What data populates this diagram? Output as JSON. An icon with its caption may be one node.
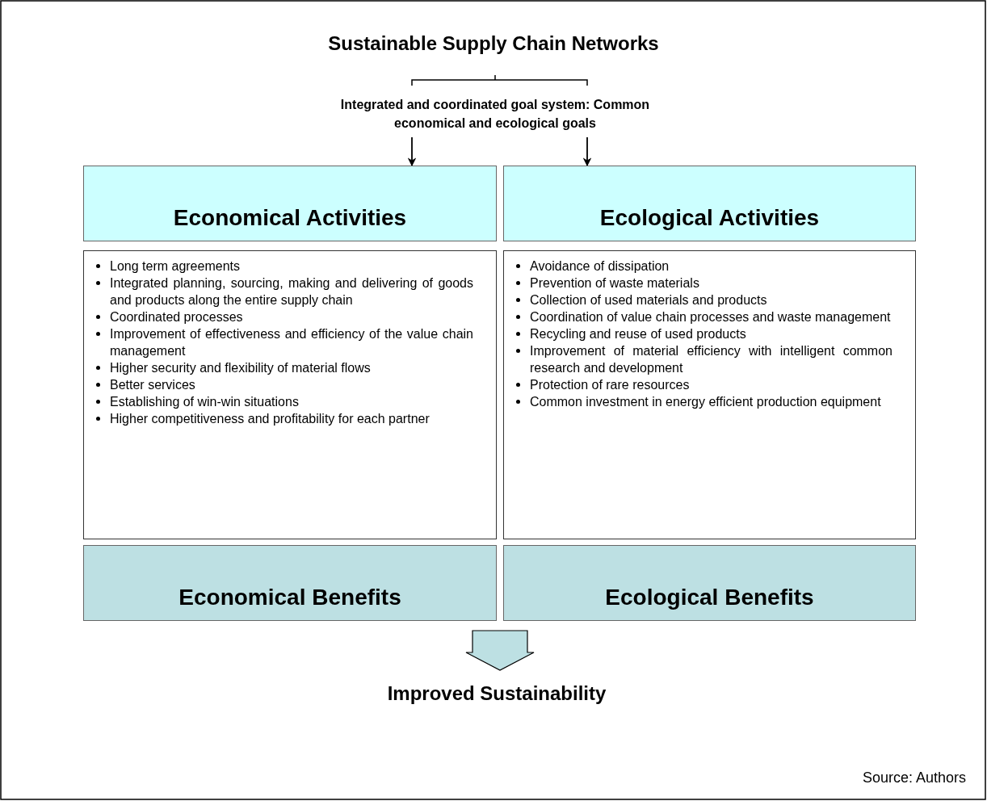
{
  "diagram": {
    "title": "Sustainable Supply Chain Networks",
    "nodes": [
      {
        "text": [
          "Integrated and coordinated goal system: Common economical and ecological goals"
        ]
      },
      {
        "text": [
          "Economical Activities"
        ]
      },
      {
        "text": [
          "Ecological Activities"
        ]
      },
      {
        "text": [
          "Long term agreements",
          "Integrated planning, sourcing, making and delivering of goods and products along the entire supply chain",
          "Coordinated processes",
          "Improvement of effectiveness and efficiency of the value chain management",
          "Higher security and flexibility of material flows",
          "Better services",
          "Establishing of win-win situations",
          "Higher competitiveness and profitability for each partner"
        ]
      },
      {
        "text": [
          "Avoidance of dissipation",
          "Prevention of waste materials",
          "Collection of used materials and products",
          "Coordination of value chain processes and waste management",
          "Recycling and reuse of used products",
          "Improvement of material efficiency with intelligent common research and development",
          "Protection of rare resources",
          "Common investment in energy efficient production equipment"
        ]
      },
      {
        "text": [
          "Economical Benefits"
        ]
      },
      {
        "text": [
          "Ecological Benefits"
        ]
      },
      {
        "text": [
          "Improved Sustainability"
        ]
      }
    ],
    "edges": [
      {
        "from": 0,
        "to": 1,
        "arrow": "to"
      },
      {
        "from": 0,
        "to": 2,
        "arrow": "to"
      },
      {
        "from": 5,
        "to": 7,
        "arrow": "to",
        "style": "thick",
        "color": "#bde0e3"
      },
      {
        "from": 6,
        "to": 7,
        "arrow": "to",
        "style": "thick",
        "color": "#bde0e3"
      }
    ],
    "labels": [
      "Source: Authors"
    ]
  }
}
